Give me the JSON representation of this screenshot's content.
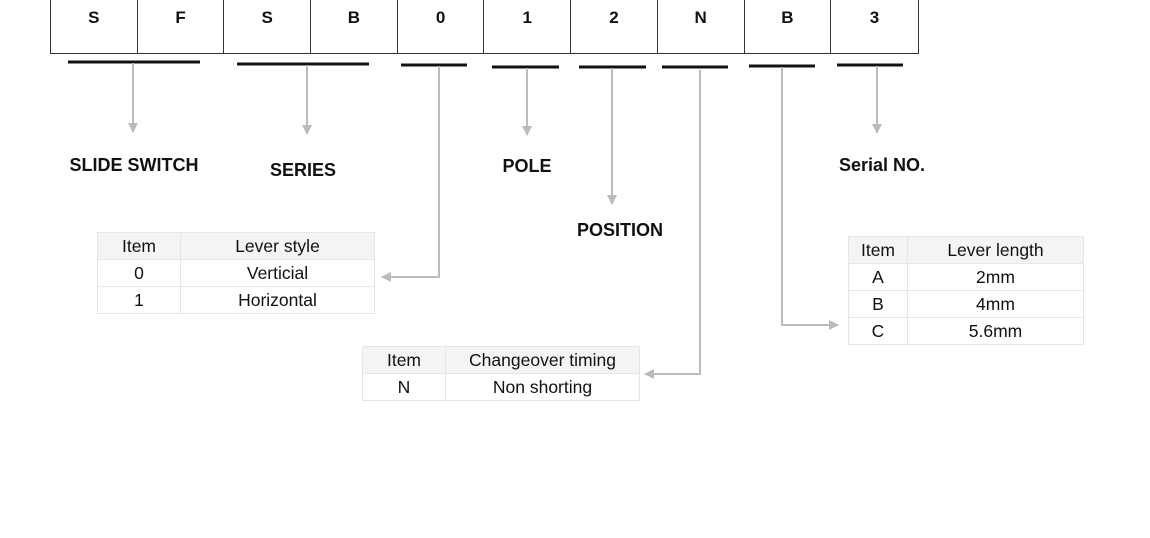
{
  "code": [
    "S",
    "F",
    "S",
    "B",
    "0",
    "1",
    "2",
    "N",
    "B",
    "3"
  ],
  "labels": {
    "slide_switch": "SLIDE SWITCH",
    "series": "SERIES",
    "pole": "POLE",
    "position": "POSITION",
    "serial": "Serial NO."
  },
  "lever_style": {
    "headers": [
      "Item",
      "Lever style"
    ],
    "rows": [
      [
        "0",
        "Verticial"
      ],
      [
        "1",
        "Horizontal"
      ]
    ]
  },
  "changeover": {
    "headers": [
      "Item",
      "Changeover timing"
    ],
    "rows": [
      [
        "N",
        "Non shorting"
      ]
    ]
  },
  "lever_length": {
    "headers": [
      "Item",
      "Lever length"
    ],
    "rows": [
      [
        "A",
        "2mm"
      ],
      [
        "B",
        "4mm"
      ],
      [
        "C",
        "5.6mm"
      ]
    ]
  }
}
